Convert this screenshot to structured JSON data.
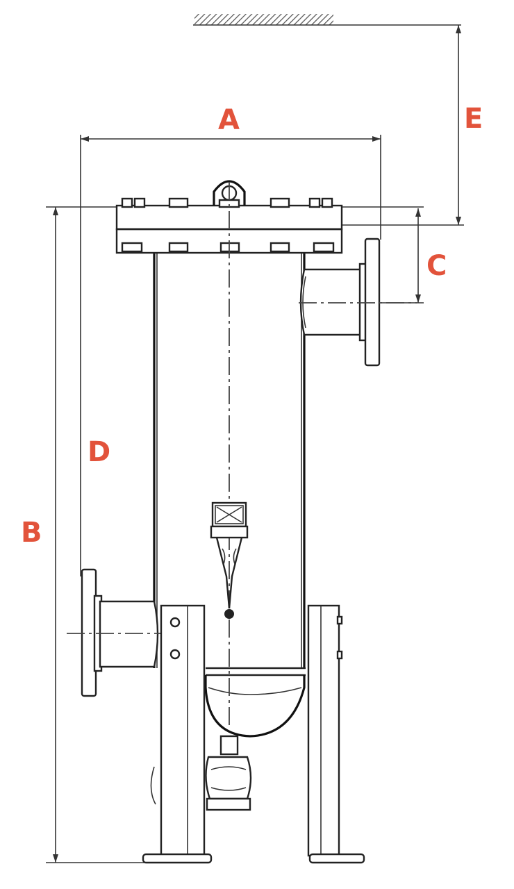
{
  "labels": {
    "A": "A",
    "B": "B",
    "C": "C",
    "D": "D",
    "E": "E"
  },
  "colors": {
    "label": "#e2533b",
    "line": "#222222",
    "background": "#ffffff"
  }
}
